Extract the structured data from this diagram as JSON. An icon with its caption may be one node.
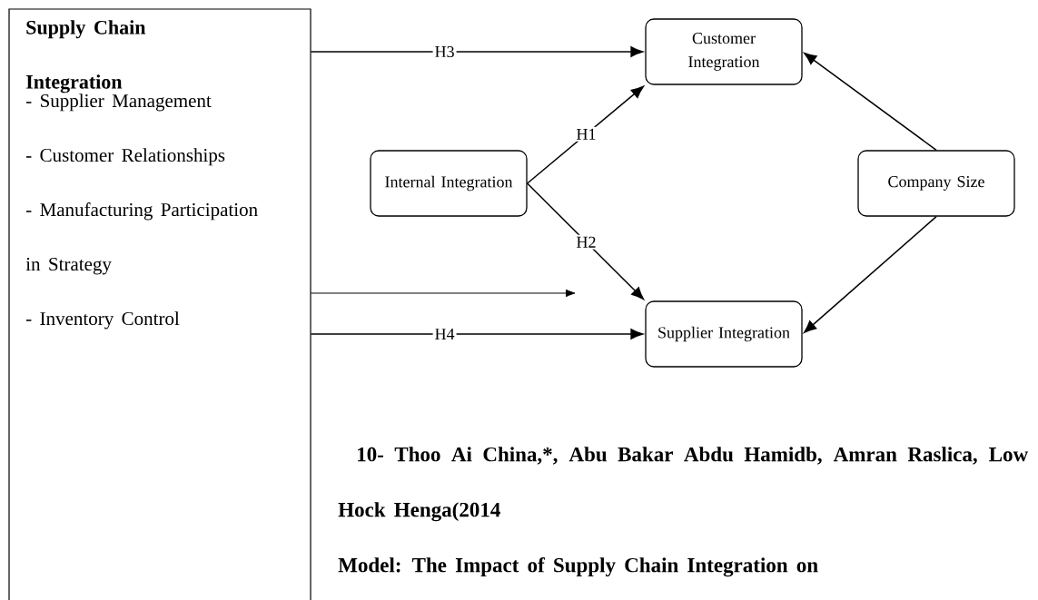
{
  "diagram": {
    "nodes": [
      {
        "text": [
          "Supply Chain Integration",
          "- Supplier Management",
          "- Customer Relationships",
          "- Manufacturing Participation in Strategy",
          "- Inventory Control"
        ]
      },
      {
        "text": [
          "Customer Integration"
        ]
      },
      {
        "text": [
          "Internal Integration"
        ]
      },
      {
        "text": [
          "Company Size"
        ]
      },
      {
        "text": [
          "Supplier Integration"
        ]
      }
    ],
    "edges": [
      {
        "from": 0,
        "to": 1,
        "arrow": "to",
        "label": "H3"
      },
      {
        "from": 2,
        "to": 1,
        "arrow": "to",
        "label": "H1"
      },
      {
        "from": 2,
        "to": 4,
        "arrow": "to",
        "label": "H2"
      },
      {
        "from": 0,
        "to": 4,
        "arrow": "to",
        "label": "H4"
      },
      {
        "from": 3,
        "to": 1,
        "arrow": "to"
      },
      {
        "from": 3,
        "to": 4,
        "arrow": "to"
      },
      {
        "from": 0,
        "to": null,
        "arrow": "to"
      }
    ],
    "labels": [
      "10- Thoo Ai China,*, Abu Bakar Abdu Hamidb, Amran Raslica, Low Hock Henga(2014",
      "**Model:** The Impact of Supply Chain Integration on"
    ]
  }
}
